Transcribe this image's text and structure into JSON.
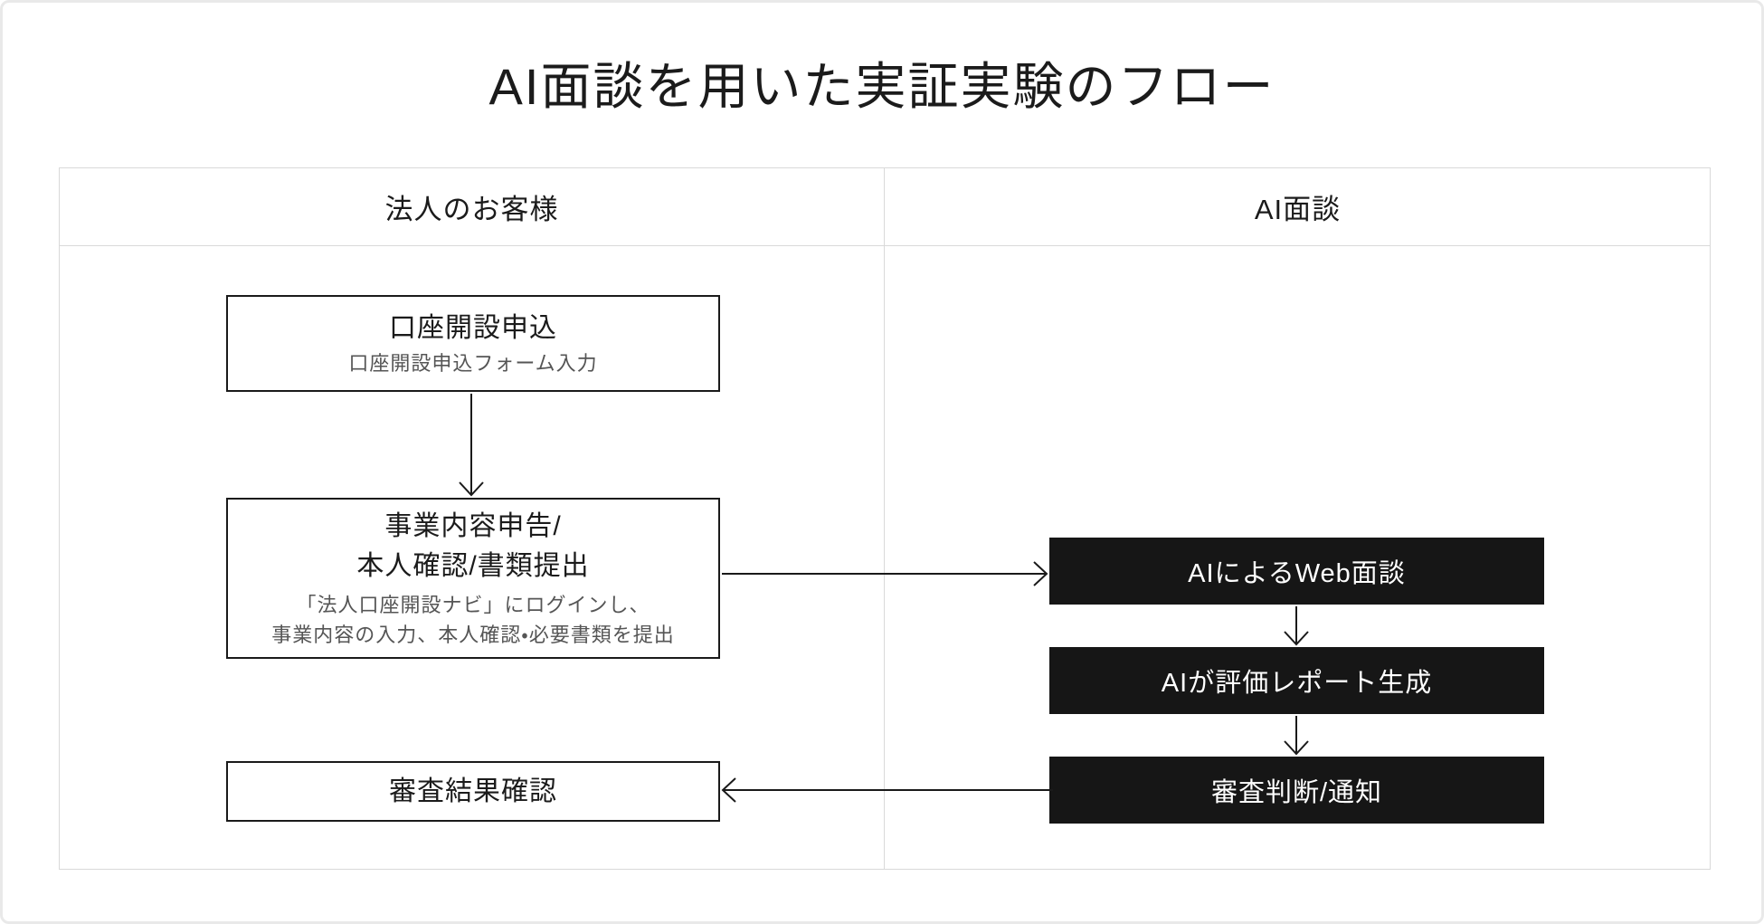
{
  "page_title": "AI面談を用いた実証実験のフロー",
  "lanes": {
    "customer": "法人のお客様",
    "ai": "AI面談"
  },
  "customer_steps": [
    {
      "title": "口座開設申込",
      "subtitle": "口座開設申込フォーム入力"
    },
    {
      "title_line1": "事業内容申告/",
      "title_line2": "本人確認/書類提出",
      "subtitle_line1": "「法人口座開設ナビ」にログインし、",
      "subtitle_line2": "事業内容の入力、本人確認・必要書類を提出"
    },
    {
      "title": "審査結果確認"
    }
  ],
  "ai_steps": [
    {
      "label": "AIによるWeb面談"
    },
    {
      "label": "AIが評価レポート生成"
    },
    {
      "label": "審査判断/通知"
    }
  ],
  "colors": {
    "ai_step_bg": "#161616",
    "white_box_border": "#1a1a1a",
    "lane_border": "#d9d9d9",
    "subtitle_text": "#555555",
    "arrow": "#1a1a1a",
    "page_border": "#e9e9e9"
  }
}
